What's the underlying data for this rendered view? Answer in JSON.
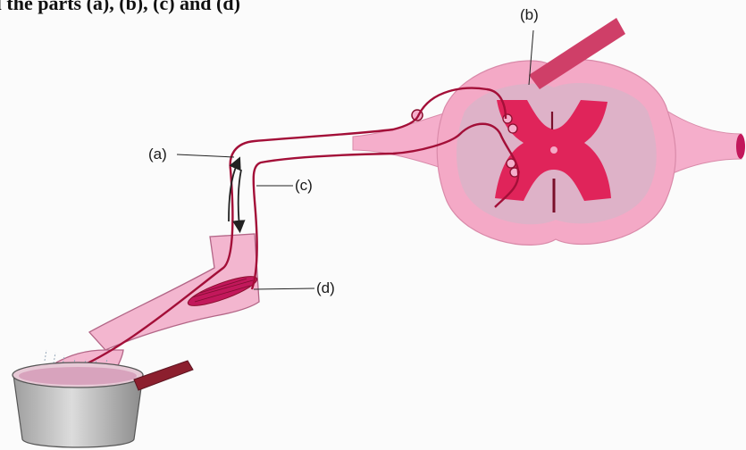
{
  "heading": "el the parts (a), (b), (c) and (d)",
  "labels": {
    "a": "(a)",
    "b": "(b)",
    "c": "(c)",
    "d": "(d)"
  },
  "colors": {
    "skin": "#f3b6cf",
    "cord_outer": "#f5aecb",
    "cord_grey": "#d4b6c6",
    "grey_matter": "#e0245a",
    "nerve": "#a30f38",
    "muscle": "#c2185b",
    "pot": "#bdbdbd",
    "pot_handle": "#8c1f2e"
  },
  "icons": {
    "heat_source": "pan-icon",
    "arrows": "impulse-arrows-icon"
  }
}
